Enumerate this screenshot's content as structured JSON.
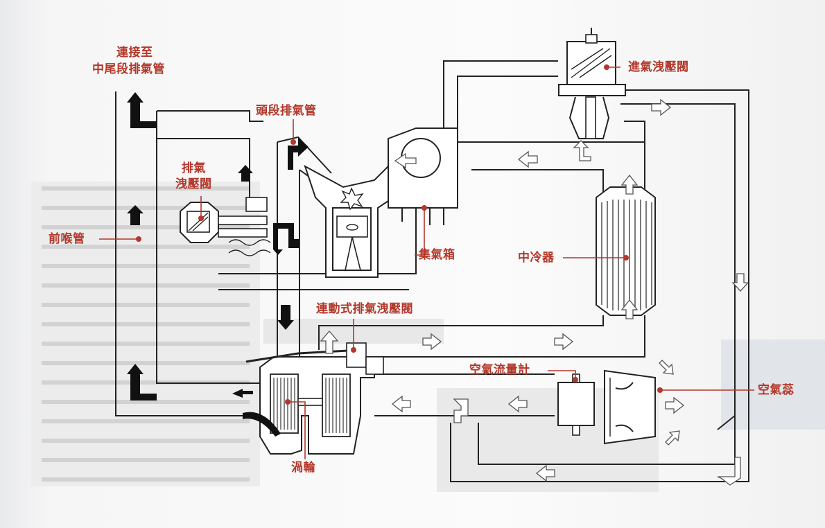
{
  "labels": {
    "exhaust_to_mid": [
      "連接至",
      "中尾段排氣管"
    ],
    "downpipe": "前喉管",
    "wastegate": [
      "排氣",
      "洩壓閥"
    ],
    "header": "頭段排氣管",
    "bov": "進氣洩壓閥",
    "plenum": "集氣箱",
    "intercooler": "中冷器",
    "linked_wastegate": "連動式排氣洩壓閥",
    "airflow_meter": "空氣流量計",
    "air_filter": "空氣蕊",
    "turbo": "渦輪"
  }
}
